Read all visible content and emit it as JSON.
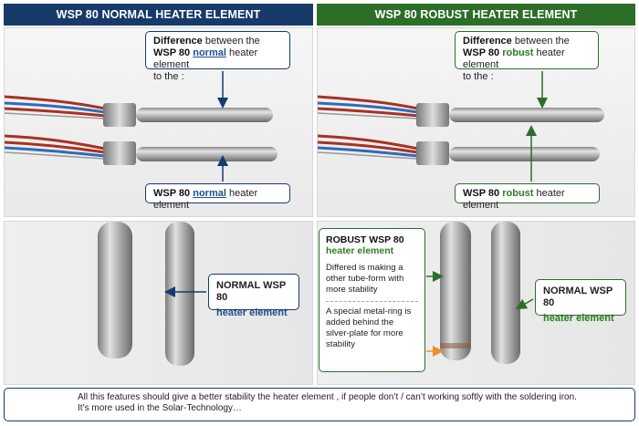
{
  "headers": {
    "left": "WSP 80 NORMAL HEATER ELEMENT",
    "right": "WSP 80 ROBUST HEATER ELEMENT"
  },
  "top_left": {
    "diff_bold": "Difference",
    "diff_rest": " between the",
    "diff_line2_pre": "WSP 80 ",
    "diff_line2_key": "normal",
    "diff_line2_post": " heater element",
    "diff_line3": "to the :",
    "label_pre": "WSP 80 ",
    "label_key": "normal",
    "label_post": " heater element"
  },
  "top_right": {
    "diff_bold": "Difference",
    "diff_rest": " between the",
    "diff_line2_pre": "WSP 80 ",
    "diff_line2_key": "robust",
    "diff_line2_post": " heater element",
    "diff_line3": "to the :",
    "label_pre": "WSP 80 ",
    "label_key": "robust",
    "label_post": " heater element"
  },
  "bottom_left": {
    "title": "NORMAL WSP 80",
    "sub": "heater element"
  },
  "bottom_right": {
    "robust_title": "ROBUST WSP 80",
    "robust_sub": "heater element",
    "text1": "Differed is making a other tube-form with more stability",
    "text2": "A special metal-ring is added behind the silver-plate for more stability",
    "normal_title": "NORMAL WSP 80",
    "normal_sub": "heater element"
  },
  "footer": {
    "line1": "All this features  should give a better stability the heater element , if people don’t / can’t  working softly with the soldering iron.",
    "line2": "It’s more used in the Solar-Technology…"
  },
  "colors": {
    "navy": "#173a6b",
    "green": "#2c6e28",
    "orange": "#e8902c"
  }
}
